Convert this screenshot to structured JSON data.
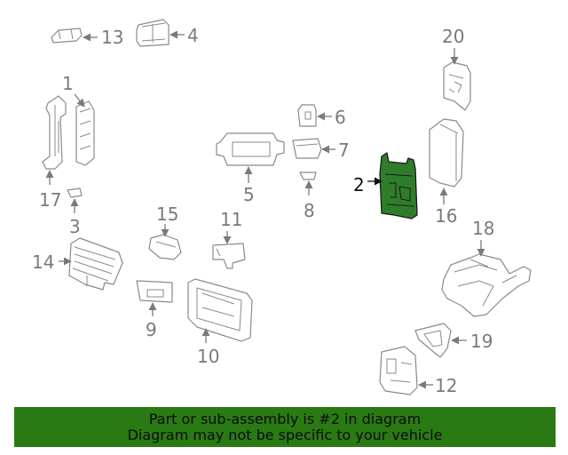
{
  "callouts": {
    "c1": "1",
    "c2": "2",
    "c3": "3",
    "c4": "4",
    "c5": "5",
    "c6": "6",
    "c7": "7",
    "c8": "8",
    "c9": "9",
    "c10": "10",
    "c11": "11",
    "c12": "12",
    "c13": "13",
    "c14": "14",
    "c15": "15",
    "c16": "16",
    "c17": "17",
    "c18": "18",
    "c19": "19",
    "c20": "20"
  },
  "highlighted_part": "2",
  "colors": {
    "highlight": "#2f7d2a",
    "banner": "#2a7a14",
    "line": "#8a8a8a"
  },
  "banner": {
    "line1": "Part or sub-assembly is #2 in diagram",
    "line2": "Diagram may not be specific to your vehicle"
  }
}
